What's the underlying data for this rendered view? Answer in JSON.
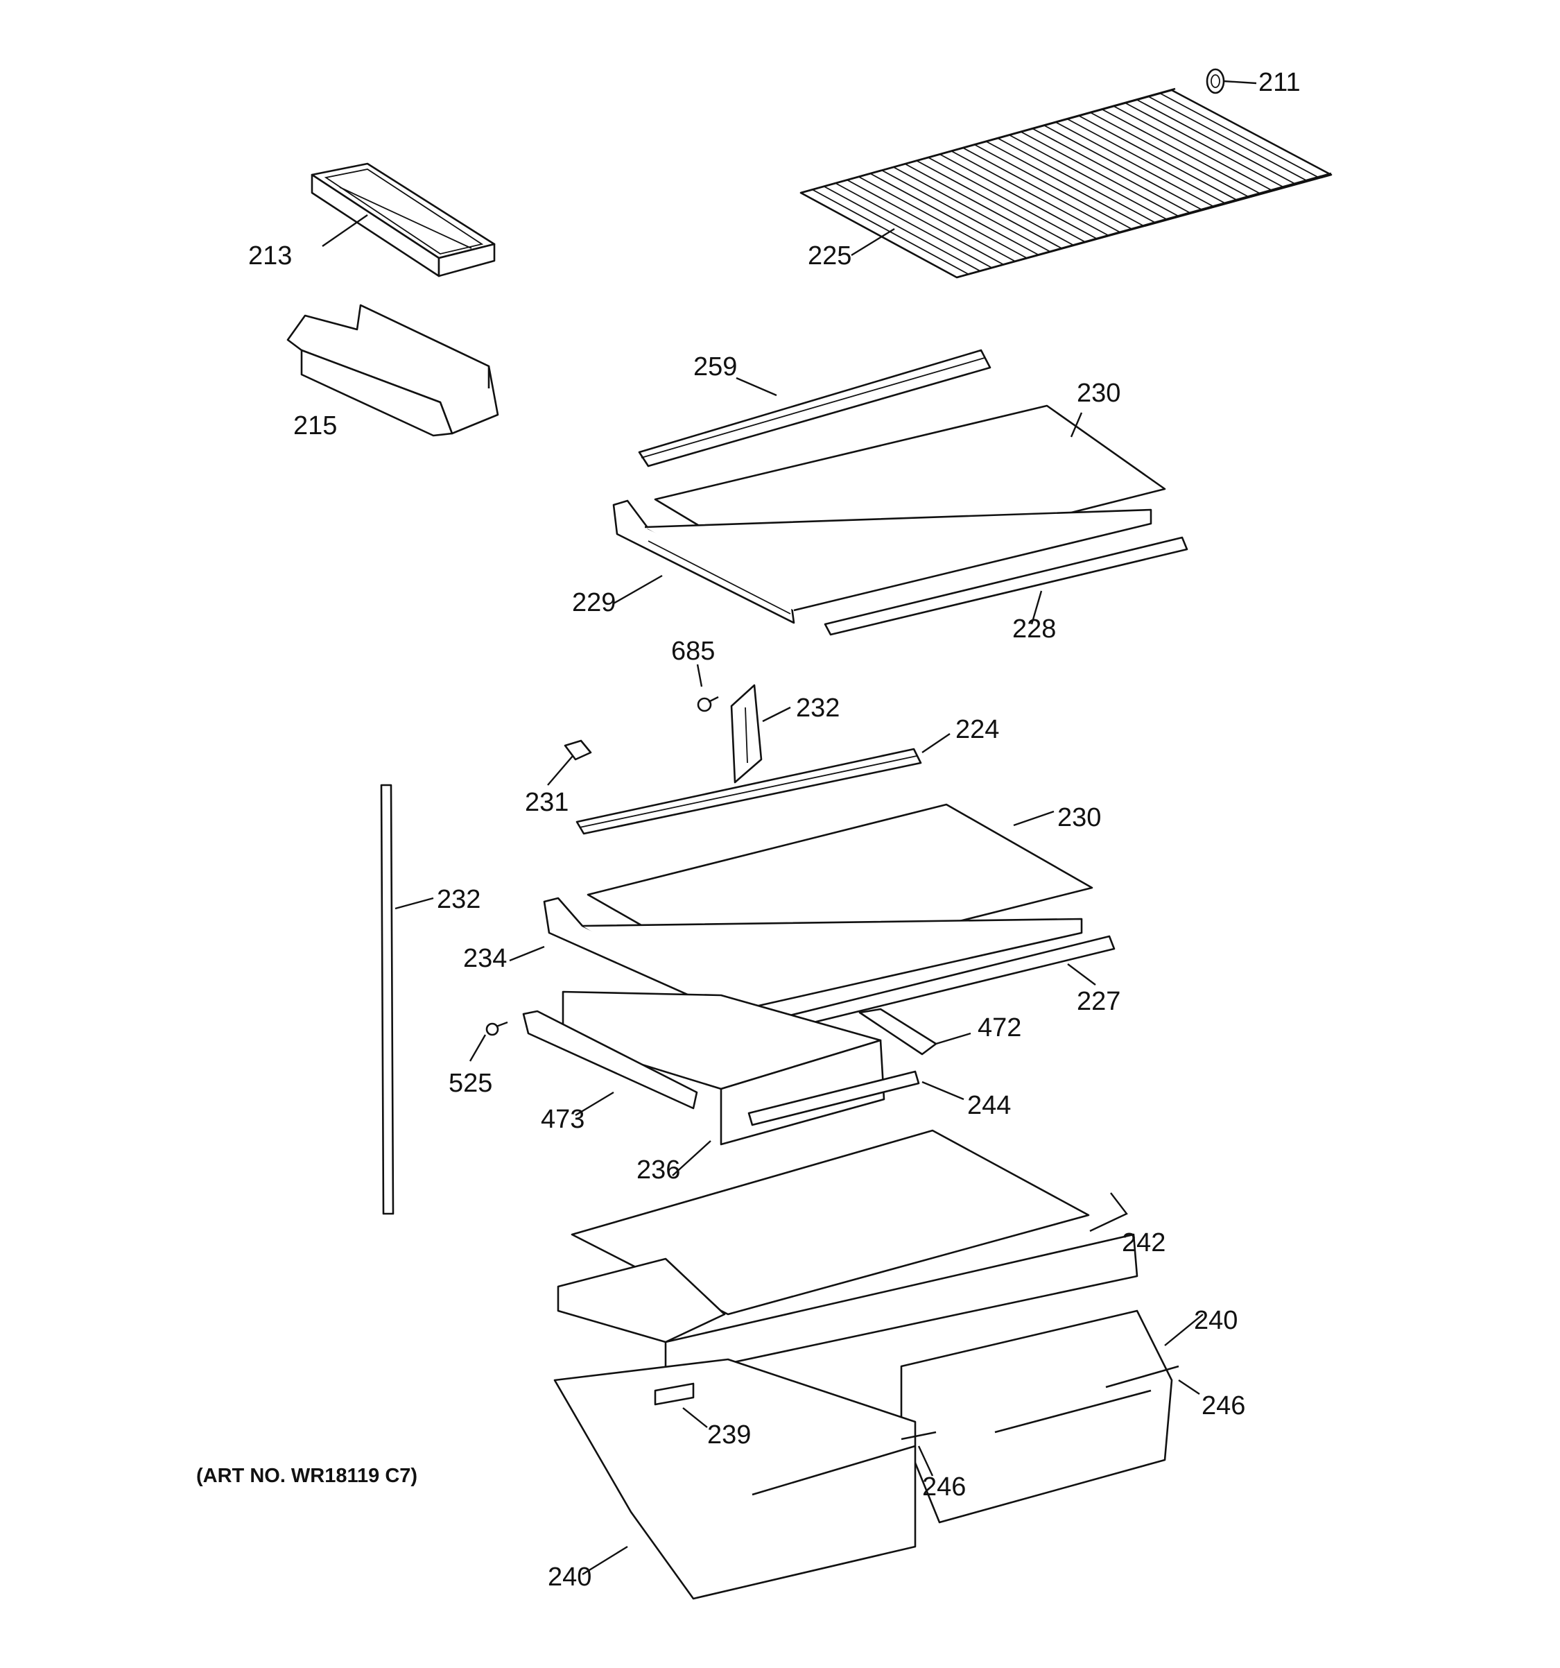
{
  "art_number": "(ART NO. WR18119 C7)",
  "callouts": [
    "211",
    "213",
    "225",
    "215",
    "259",
    "230",
    "229",
    "228",
    "685",
    "232",
    "224",
    "231",
    "230",
    "232",
    "234",
    "227",
    "525",
    "472",
    "473",
    "244",
    "236",
    "242",
    "240",
    "239",
    "246",
    "246",
    "240"
  ],
  "parts": [
    "shelf-stop",
    "ice-tray",
    "wire-shelf",
    "bin",
    "shelf-trim-front",
    "glass-shelf",
    "shelf-frame",
    "shelf-trim-rear",
    "screw",
    "shelf-support",
    "shelf-trim",
    "shelf-clip",
    "glass-shelf",
    "shelf-support-rail",
    "shelf-frame",
    "shelf-trim",
    "screw",
    "slide-rail",
    "slide-rail",
    "pan-trim",
    "meat-pan",
    "cover-assembly",
    "crisper-pan",
    "support",
    "handle",
    "handle",
    "crisper-pan"
  ]
}
